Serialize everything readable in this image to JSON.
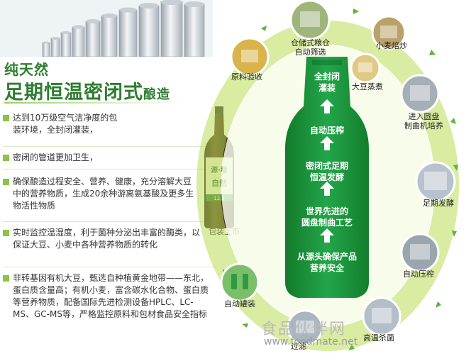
{
  "title": {
    "line1": "纯天然",
    "line2_main": "足期恒温密闭式",
    "line2_suffix": "酿造"
  },
  "bullets": [
    "达到10万级空气洁净度的包装环境，全封闭灌装，",
    "密闭的管道更加卫生，",
    "确保酿造过程安全、营养、健康，充分溶解大豆中的营养物质，生成20余种游离氨基酸及更多生物活性物质",
    "实时监控温湿度，利于菌种分泌出丰富的酶类，以保证大豆、小麦中各种营养物质的转化",
    "非转基因有机大豆，甄选自种植黄金地带——东北，蛋白质含量高；有机小麦，富含碳水化合物、蛋白质等营养物质，配备国际先进检测设备HPLC、LC-MS、GC-MS等，严格监控原料和包材食品安全指标"
  ],
  "bottle": {
    "label": "源·着自然",
    "volume": "12.5",
    "caption": "包装上市"
  },
  "cycle_steps": [
    {
      "id": "cangchu",
      "label_lines": [
        "仓储式粮仓",
        "自动筛选"
      ]
    },
    {
      "id": "xiaomai",
      "label_lines": [
        "小麦焙炒"
      ]
    },
    {
      "id": "dadou",
      "label_lines": [
        "大豆蒸煮"
      ]
    },
    {
      "id": "yuanpan",
      "label_lines": [
        "进入圆盘",
        "制曲机培养"
      ]
    },
    {
      "id": "fajiao",
      "label_lines": [
        "足期发酵"
      ]
    },
    {
      "id": "yazha",
      "label_lines": [
        "自动压榨"
      ]
    },
    {
      "id": "shajun",
      "label_lines": [
        "高温杀菌"
      ]
    },
    {
      "id": "guolv",
      "label_lines": [
        "过滤"
      ]
    },
    {
      "id": "guanzhuang",
      "label_lines": [
        "自动罐装"
      ]
    },
    {
      "id": "yanshou",
      "label_lines": [
        "原料验收"
      ]
    }
  ],
  "center_steps": [
    {
      "lines": [
        "全封闭",
        "灌装"
      ]
    },
    {
      "lines": [
        "自动压榨"
      ]
    },
    {
      "lines": [
        "密闭式足期",
        "恒温发酵"
      ]
    },
    {
      "lines": [
        "世界先进的",
        "圆盘制曲工艺"
      ]
    },
    {
      "lines": [
        "从源头确保产品",
        "营养安全"
      ]
    }
  ],
  "watermark": {
    "brand": "食品伙伴网",
    "url": "www.foodmate.net"
  },
  "colors": {
    "title_green": "#2e7d32",
    "bullet_green": "#8bc34a",
    "ring_green": "#b2d94a",
    "center_green": "#1e9b3a",
    "bottle_dark": "#3a2418"
  }
}
